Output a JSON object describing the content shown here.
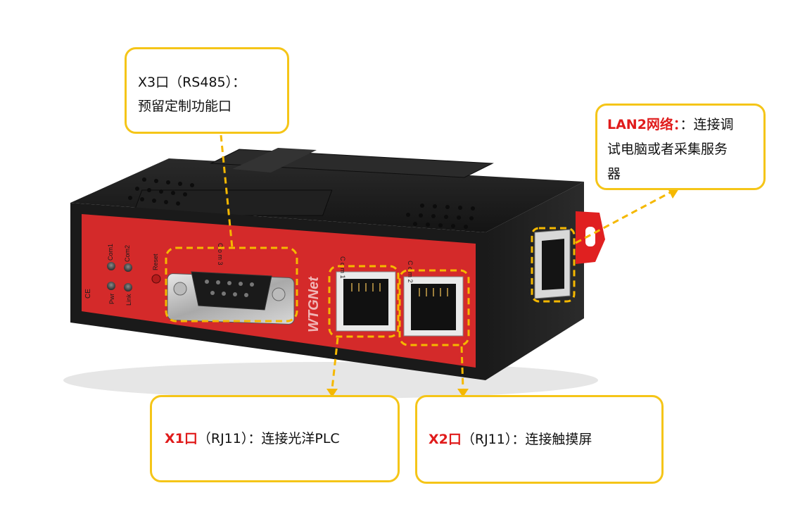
{
  "device": {
    "brand": "WTGNet",
    "led_com1": "Com1",
    "led_com2": "Com2",
    "led_pwr": "Pwr",
    "led_link": "Link",
    "reset_label": "Reset",
    "ce_mark": "CE",
    "port_com3_label": "C o m 3",
    "port_com1_label": "C o m 1",
    "port_com2_label": "C o m 2"
  },
  "callouts": {
    "x3": {
      "line1": "X3口（RS485）：",
      "line2": "预留定制功能口"
    },
    "lan2": {
      "label": "LAN2网络：",
      "text_line1": "：连接调",
      "text_line2": "试电脑或者采集服务",
      "text_line3": "器"
    },
    "x1": {
      "label": "X1口",
      "text": "（RJ11）：连接光洋PLC"
    },
    "x2": {
      "label": "X2口",
      "text": "（RJ11）：连接触摸屏"
    }
  },
  "colors": {
    "callout_border": "#f5c518",
    "accent_red": "#e01b1b",
    "device_red": "#d42a2a",
    "device_body": "#1c1c1c",
    "dashed_line": "#f5b800"
  }
}
